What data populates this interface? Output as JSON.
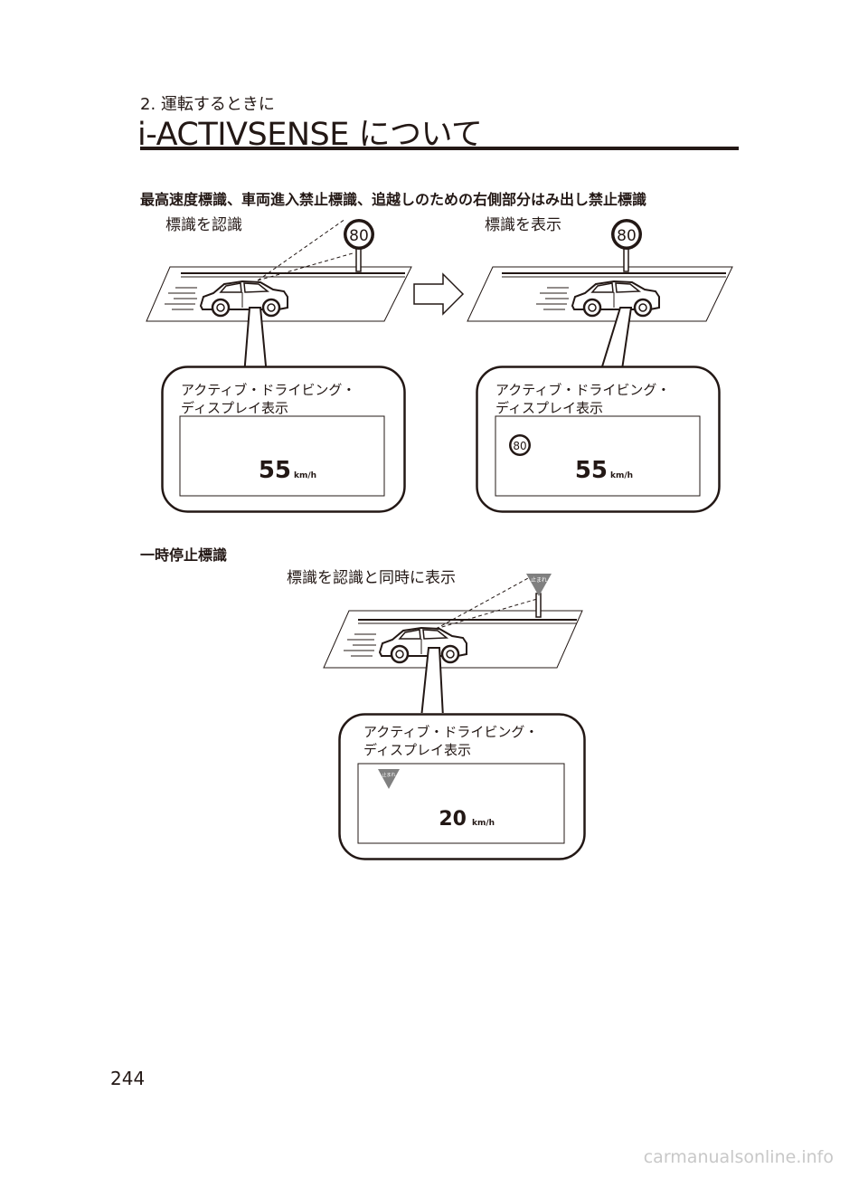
{
  "header": {
    "chapter": "2. 運転するときに",
    "title": "i-ACTIVSENSE について"
  },
  "section1": {
    "heading": "最高速度標識、車両進入禁止標識、追越しのための右側部分はみ出し禁止標識",
    "left_caption": "標識を認識",
    "right_caption": "標識を表示",
    "sign_value": "80",
    "panel_left": {
      "title_line1": "アクティブ・ドライビング・",
      "title_line2": "ディスプレイ表示",
      "speed": "55",
      "unit": "km/h"
    },
    "panel_right": {
      "title_line1": "アクティブ・ドライビング・",
      "title_line2": "ディスプレイ表示",
      "sign": "80",
      "speed": "55",
      "unit": "km/h"
    }
  },
  "section2": {
    "heading": "一時停止標識",
    "caption": "標識を認識と同時に表示",
    "sign_text": "止まれ",
    "panel": {
      "title_line1": "アクティブ・ドライビング・",
      "title_line2": "ディスプレイ表示",
      "sign_text": "止まれ",
      "speed": "20",
      "unit": "km/h"
    }
  },
  "footer": {
    "page_number": "244",
    "url": "carmanualsonline.info"
  }
}
